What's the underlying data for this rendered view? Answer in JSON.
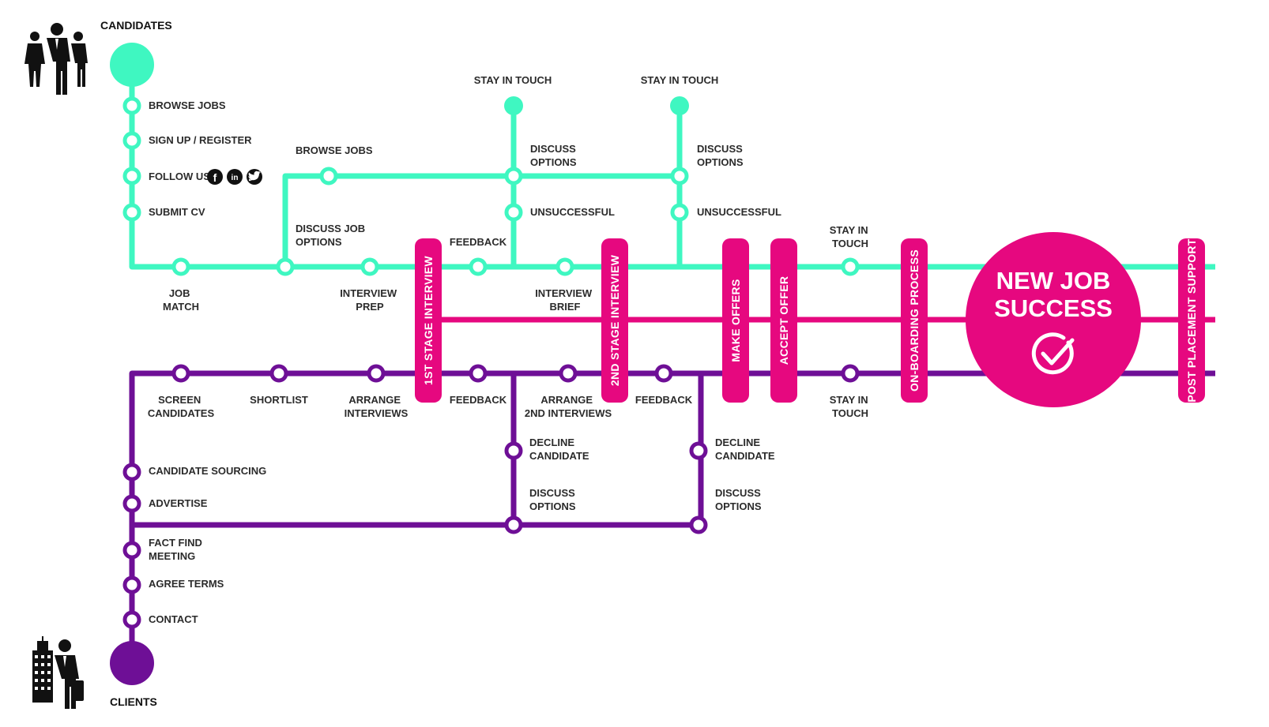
{
  "colors": {
    "candidate_line": "#3ff7c1",
    "client_line": "#6e0f96",
    "milestone": "#e6087f",
    "text": "#2b2b2b",
    "icon": "#111111"
  },
  "terminals": {
    "candidates": "CANDIDATES",
    "clients": "CLIENTS"
  },
  "candidate_stations": {
    "browse_jobs": "BROWSE JOBS",
    "sign_up": "SIGN UP / REGISTER",
    "follow_us": "FOLLOW US",
    "submit_cv": "SUBMIT CV",
    "job_match": [
      "JOB",
      "MATCH"
    ],
    "discuss_job_options": [
      "DISCUSS JOB",
      "OPTIONS"
    ],
    "browse_jobs_branch": "BROWSE JOBS",
    "interview_prep": [
      "INTERVIEW",
      "PREP"
    ],
    "feedback": "FEEDBACK",
    "interview_brief": [
      "INTERVIEW",
      "BRIEF"
    ],
    "stay_in_touch_1": "STAY IN TOUCH",
    "discuss_options_1": [
      "DISCUSS",
      "OPTIONS"
    ],
    "unsuccessful_1": "UNSUCCESSFUL",
    "stay_in_touch_2": "STAY IN TOUCH",
    "discuss_options_2": [
      "DISCUSS",
      "OPTIONS"
    ],
    "unsuccessful_2": "UNSUCCESSFUL",
    "stay_in_touch_3": [
      "STAY IN",
      "TOUCH"
    ]
  },
  "client_stations": {
    "contact": "CONTACT",
    "agree_terms": "AGREE TERMS",
    "fact_find_meeting": [
      "FACT FIND",
      "MEETING"
    ],
    "advertise": "ADVERTISE",
    "candidate_sourcing": "CANDIDATE SOURCING",
    "screen_candidates": [
      "SCREEN",
      "CANDIDATES"
    ],
    "shortlist": "SHORTLIST",
    "arrange_interviews": [
      "ARRANGE",
      "INTERVIEWS"
    ],
    "feedback_1": "FEEDBACK",
    "arrange_2nd_interviews": [
      "ARRANGE",
      "2ND INTERVIEWS"
    ],
    "feedback_2": "FEEDBACK",
    "decline_candidate_1": [
      "DECLINE",
      "CANDIDATE"
    ],
    "discuss_options_1": [
      "DISCUSS",
      "OPTIONS"
    ],
    "decline_candidate_2": [
      "DECLINE",
      "CANDIDATE"
    ],
    "discuss_options_2": [
      "DISCUSS",
      "OPTIONS"
    ],
    "stay_in_touch": [
      "STAY IN",
      "TOUCH"
    ]
  },
  "milestones": {
    "first_stage_interview": "1ST STAGE INTERVIEW",
    "second_stage_interview": "2ND STAGE INTERVIEW",
    "make_offers": "MAKE OFFERS",
    "accept_offer": "ACCEPT OFFER",
    "onboarding": "ON-BOARDING PROCESS",
    "post_placement": "POST PLACEMENT SUPPORT"
  },
  "success": {
    "line1": "NEW JOB",
    "line2": "SUCCESS",
    "icon": "check-circle-icon"
  },
  "social_icons": [
    "facebook-icon",
    "linkedin-icon",
    "twitter-icon"
  ]
}
